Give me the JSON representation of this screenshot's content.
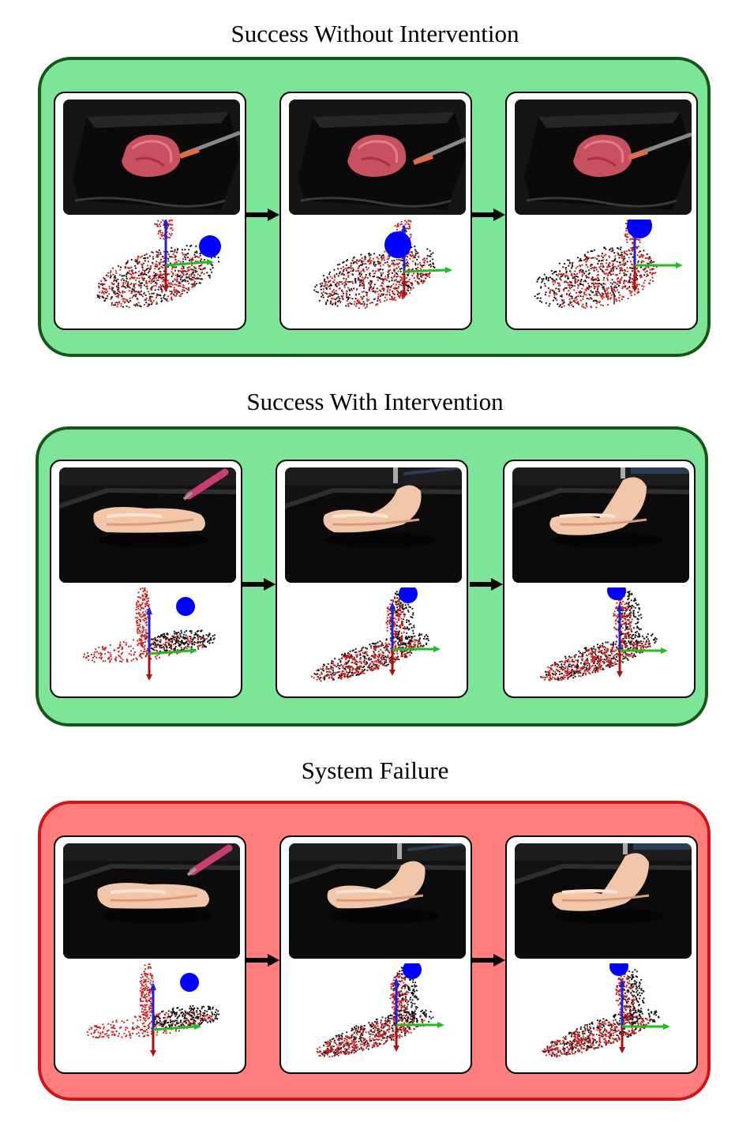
{
  "sections": [
    {
      "title": "Success Without Intervention",
      "outcome": "success",
      "specimen": "steak"
    },
    {
      "title": "Success With Intervention",
      "outcome": "success",
      "specimen": "chicken"
    },
    {
      "title": "System Failure",
      "outcome": "failure",
      "specimen": "chicken"
    }
  ],
  "colors": {
    "success_fill": "#7de597",
    "success_border": "#16561b",
    "failure_fill": "#ff7d7d",
    "failure_border": "#d41414",
    "target_marker": "#0000ff",
    "axis_x": "#22bb22",
    "axis_y": "#cc1111",
    "axis_z": "#2222cc"
  },
  "icons": {
    "step_arrow": "right-arrow-icon",
    "target": "blue-sphere-marker"
  }
}
